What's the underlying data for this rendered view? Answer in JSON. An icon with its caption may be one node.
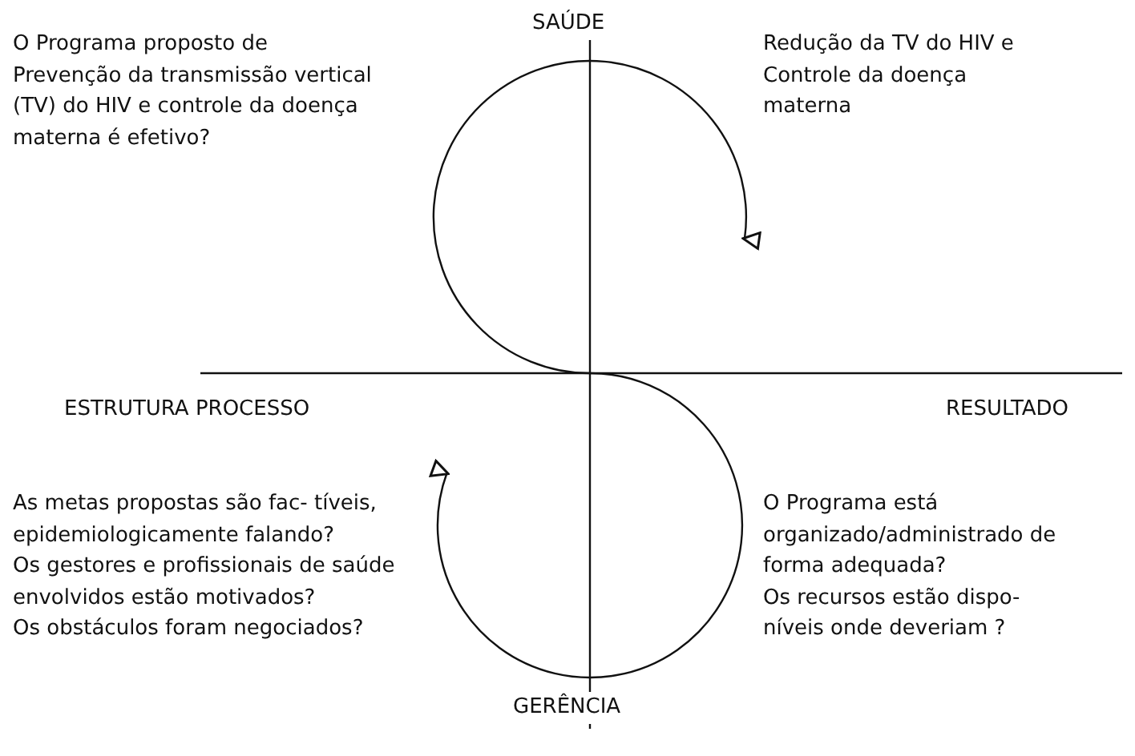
{
  "diagram": {
    "labels": [
      "SAÚDE",
      "O Programa proposto de Prevenção da transmissão vertical (TV) do HIV e controle da doença materna é efetivo?",
      "Redução da TV do HIV e Controle da doença materna",
      "ESTRUTURA PROCESSO",
      "RESULTADO",
      "As metas propostas são fac- tíveis, epidemiologicamente falando?",
      "Os gestores e profissionais de saúde envolvidos estão motivados?",
      "Os obstáculos foram negociados?",
      "O Programa está organizado/administrado de forma adequada?",
      "Os recursos estão dispo- níveis onde deveriam ?",
      "GERÊNCIA"
    ]
  }
}
